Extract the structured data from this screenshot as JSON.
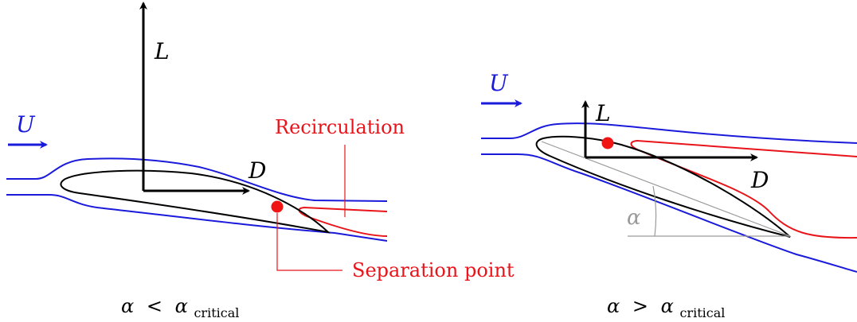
{
  "left_panel": {
    "flow_label": "U",
    "lift_label": "L",
    "drag_label": "D",
    "recirculation_label": "Recirculation",
    "separation_label": "Separation point",
    "caption_alpha": "α",
    "caption_relation": "<",
    "caption_alpha_sub": "α",
    "caption_subscript": "critical"
  },
  "right_panel": {
    "flow_label": "U",
    "lift_label": "L",
    "drag_label": "D",
    "angle_label": "α",
    "caption_alpha": "α",
    "caption_relation": ">",
    "caption_alpha_sub": "α",
    "caption_subscript": "critical"
  },
  "colors": {
    "streamline": "#1a1adb",
    "recirculation": "#e8141a",
    "airfoil": "#000000",
    "separation_point": "#f01414",
    "angle_reference": "#9a9a9a"
  }
}
